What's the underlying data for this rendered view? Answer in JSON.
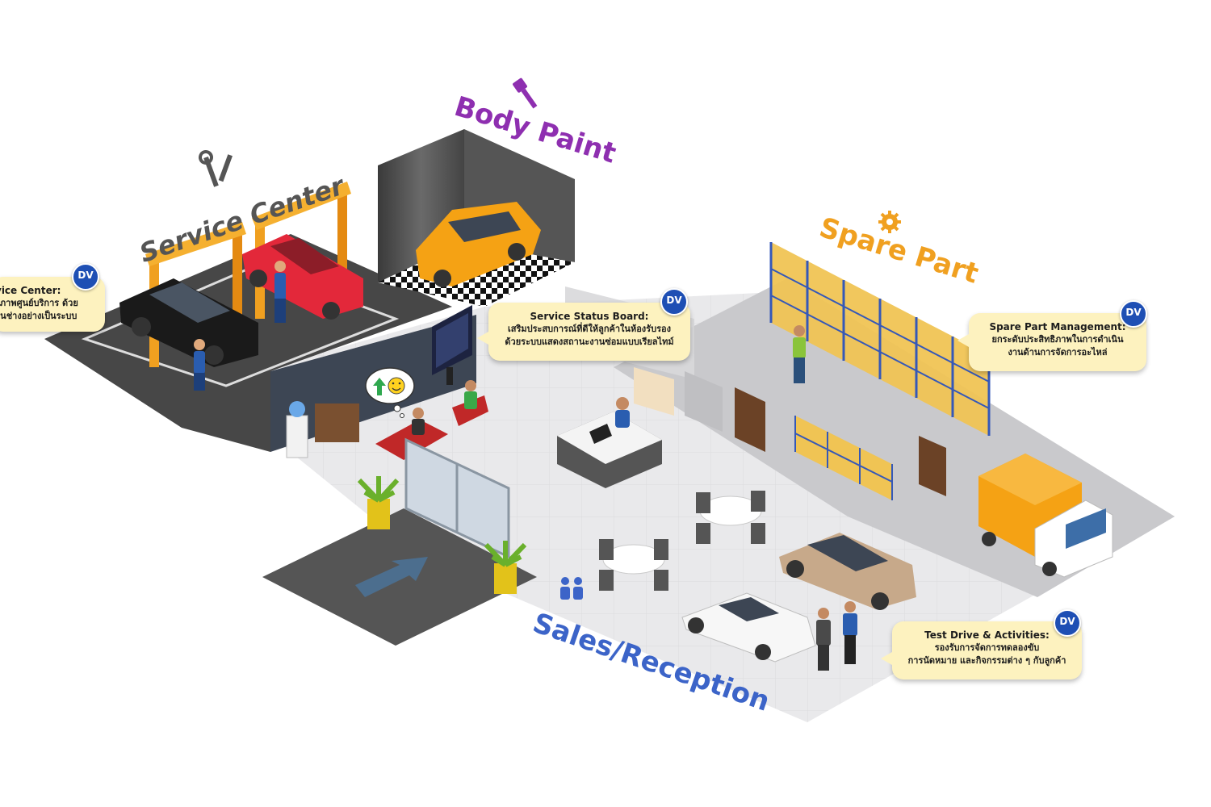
{
  "zones": {
    "service_center": {
      "title": "Service Center",
      "color": "#555555"
    },
    "body_paint": {
      "title": "Body Paint",
      "color": "#8e2fb0"
    },
    "spare_part": {
      "title": "Spare Part",
      "color": "#f0a020"
    },
    "sales_reception": {
      "title": "Sales/Reception",
      "color": "#3c64c8"
    }
  },
  "callouts": {
    "service_center": {
      "title": "vice Center:",
      "lines": [
        "ริภาพศูนย์บริการ ด้วย",
        "านช่างอย่างเป็นระบบ"
      ]
    },
    "service_status_board": {
      "title": "Service Status Board:",
      "lines": [
        "เสริมประสบการณ์ที่ดีให้ลูกค้าในห้องรับรอง",
        "ด้วยระบบแสดงสถานะงานซ่อมแบบเรียลไทม์"
      ]
    },
    "spare_part_management": {
      "title": "Spare Part Management:",
      "lines": [
        "ยกระดับประสิทธิภาพในการดำเนิน",
        "งานด้านการจัดการอะไหล่"
      ]
    },
    "test_drive": {
      "title": "Test Drive & Activities:",
      "lines": [
        "รองรับการจัดการทดลองขับ",
        "การนัดหมาย และกิจกรรมต่าง ๆ กับลูกค้า"
      ]
    }
  },
  "badge": {
    "label": "DV"
  },
  "colors": {
    "floor": "#e6e6e8",
    "workshop_floor": "#4a4a4a",
    "lift": "#f0a020",
    "callout_bg": "#fdf2bf",
    "badge": "#1e4fb4",
    "truck": "#f5a214"
  },
  "icons": [
    "wrench-screwdriver-icon",
    "paint-brush-icon",
    "gear-icon",
    "people-icon",
    "smiley-icon",
    "up-arrow-icon"
  ]
}
